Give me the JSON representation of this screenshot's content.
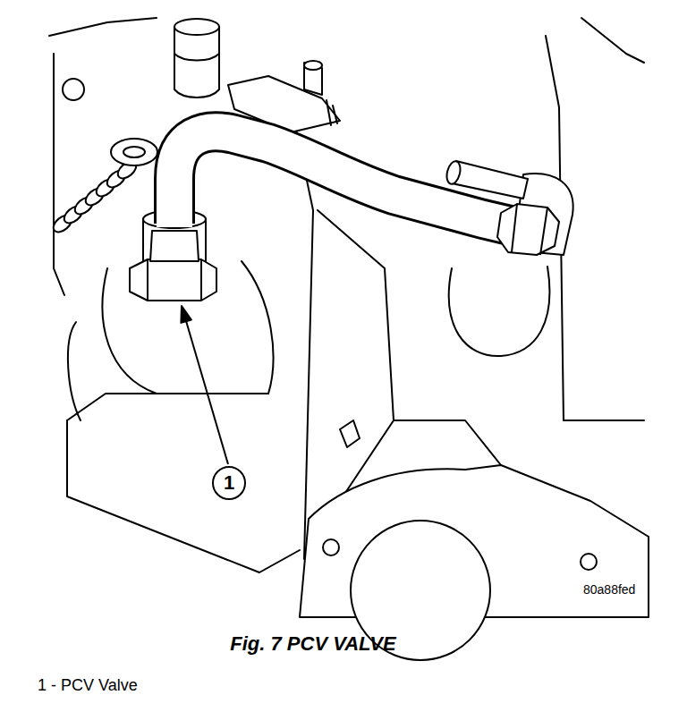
{
  "diagram": {
    "caption": "Fig. 7 PCV VALVE",
    "nodes": [
      {
        "text": [
          "1"
        ]
      }
    ],
    "labels": [
      "80a88fed",
      "1 - PCV Valve"
    ]
  }
}
